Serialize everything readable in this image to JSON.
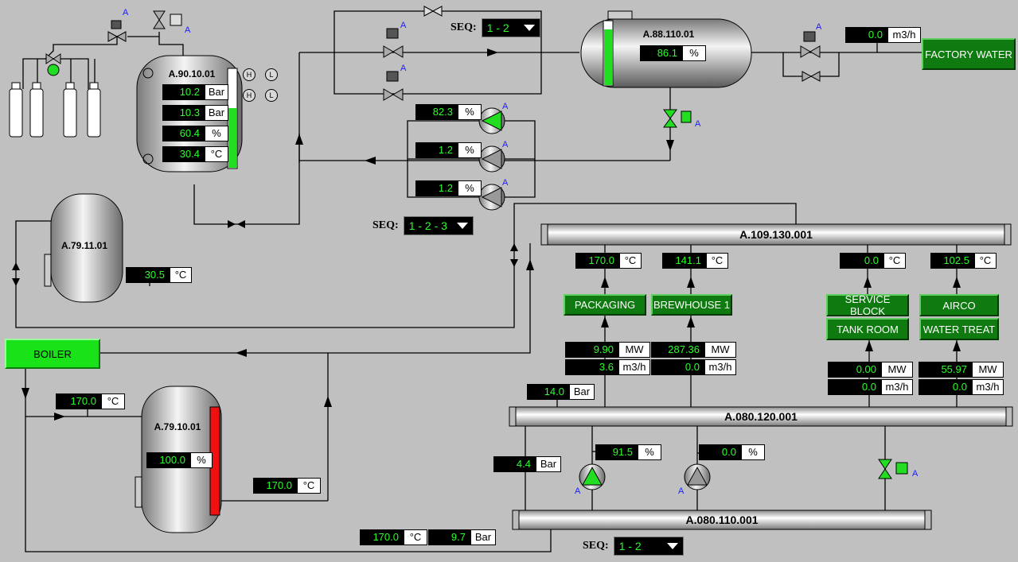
{
  "tanks": {
    "t1": {
      "name": "A.90.10.01",
      "level_pct": 60.4,
      "level_color": "#22dd22",
      "values": [
        {
          "v": "10.2",
          "u": "Bar"
        },
        {
          "v": "10.3",
          "u": "Bar"
        },
        {
          "v": "60.4",
          "u": "%"
        },
        {
          "v": "30.4",
          "u": "°C"
        }
      ]
    },
    "t2": {
      "name": "A.88.110.01",
      "level_pct": 86.1,
      "level_color": "#22dd22",
      "value": {
        "v": "86.1",
        "u": "%"
      }
    },
    "t3": {
      "name": "A.79.11.01",
      "temp": {
        "v": "30.5",
        "u": "°C"
      }
    },
    "t4": {
      "name": "A.79.10.01",
      "level_pct": 100.0,
      "level_color": "#ee1111",
      "value": {
        "v": "100.0",
        "u": "%"
      }
    }
  },
  "indicators": {
    "h1": "H",
    "l1": "L",
    "h2": "H",
    "l2": "L"
  },
  "valve_label": "A",
  "pumps": {
    "p1": {
      "v": "82.3",
      "u": "%"
    },
    "p2": {
      "v": "1.2",
      "u": "%"
    },
    "p3": {
      "v": "1.2",
      "u": "%"
    },
    "p4": {
      "v": "91.5",
      "u": "%"
    },
    "p5": {
      "v": "0.0",
      "u": "%"
    }
  },
  "flow_water": {
    "v": "0.0",
    "u": "m3/h"
  },
  "buttons": {
    "factory_water": "FACTORY WATER",
    "packaging": "PACKAGING",
    "brewhouse": "BREWHOUSE 1",
    "service_block": "SERVICE BLOCK",
    "tank_room": "TANK ROOM",
    "airco": "AIRCO",
    "water_treat": "WATER TREAT",
    "boiler": "BOILER"
  },
  "seq": {
    "label": "SEQ:",
    "s1": "1 - 2",
    "s2": "1 - 2 - 3",
    "s3": "1 - 2"
  },
  "headers": {
    "h1": "A.109.130.001",
    "h2": "A.080.120.001",
    "h3": "A.080.110.001"
  },
  "consumer_temps": [
    {
      "v": "170.0",
      "u": "°C"
    },
    {
      "v": "141.1",
      "u": "°C"
    },
    {
      "v": "0.0",
      "u": "°C"
    },
    {
      "v": "102.5",
      "u": "°C"
    }
  ],
  "consumer_power": [
    {
      "mw": "9.90",
      "mw_u": "MW",
      "flow": "3.6",
      "flow_u": "m3/h"
    },
    {
      "mw": "287.36",
      "mw_u": "MW",
      "flow": "0.0",
      "flow_u": "m3/h"
    },
    {
      "mw": "0.00",
      "mw_u": "MW",
      "flow": "0.0",
      "flow_u": "m3/h"
    },
    {
      "mw": "55.97",
      "mw_u": "MW",
      "flow": "0.0",
      "flow_u": "m3/h"
    }
  ],
  "misc": {
    "header_pressure": {
      "v": "14.0",
      "u": "Bar"
    },
    "lower_pressure": {
      "v": "4.4",
      "u": "Bar"
    },
    "boiler_out_temp": {
      "v": "170.0",
      "u": "°C"
    },
    "tank4_out_temp": {
      "v": "170.0",
      "u": "°C"
    },
    "bottom_temp": {
      "v": "170.0",
      "u": "°C"
    },
    "bottom_pressure": {
      "v": "9.7",
      "u": "Bar"
    }
  }
}
